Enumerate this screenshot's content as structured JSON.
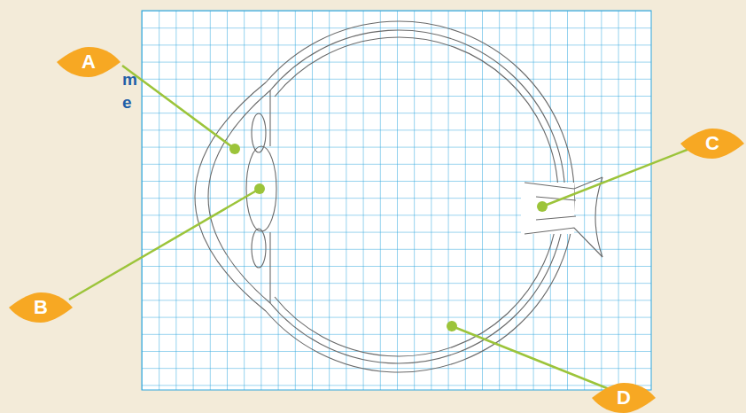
{
  "diagram": {
    "nodes": [
      {
        "text": [
          "A"
        ]
      },
      {
        "text": [
          "B"
        ]
      },
      {
        "text": [
          "C"
        ]
      },
      {
        "text": [
          "D"
        ]
      }
    ],
    "labels": [
      "m",
      "e"
    ]
  }
}
